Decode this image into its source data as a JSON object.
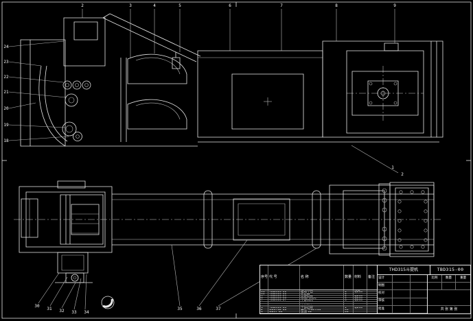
{
  "drawing": {
    "title": "THD315斗提机",
    "number": "TBD315-00",
    "colors": {
      "background": "#000000",
      "line": "#e9e9e9",
      "text": "#ffffff"
    }
  },
  "callouts": {
    "top": [
      "2",
      "3",
      "4",
      "5",
      "6",
      "7",
      "8",
      "9"
    ],
    "left": [
      "24",
      "23",
      "22",
      "21",
      "20",
      "19",
      "18"
    ],
    "bottom_left": [
      "30",
      "31",
      "32",
      "33",
      "34"
    ],
    "bottom_mid": [
      "35",
      "36",
      "37"
    ],
    "mid_right": [
      "1",
      "2"
    ]
  },
  "bom": {
    "headers": [
      "序号",
      "代  号",
      "名  称",
      "数量",
      "材料",
      "备注"
    ],
    "rows": [
      {
        "no": "12",
        "code": "TBD315-12",
        "name": "驱动装置",
        "qty": "1",
        "mat": "组合",
        "note": ""
      },
      {
        "no": "11",
        "code": "TBD315-11",
        "name": "驱动平台",
        "qty": "1",
        "mat": "Q235",
        "note": ""
      },
      {
        "no": "10",
        "code": "TBD315-10",
        "name": "逆止器",
        "qty": "1",
        "mat": "",
        "note": ""
      },
      {
        "no": "9",
        "code": "TBD315-09",
        "name": "上部区段",
        "qty": "1",
        "mat": "Q235",
        "note": ""
      },
      {
        "no": "8",
        "code": "TBD315-08",
        "name": "检视门机壳",
        "qty": "1",
        "mat": "Q235",
        "note": ""
      },
      {
        "no": "7",
        "code": "TBD315-07",
        "name": "中部机壳",
        "qty": "4",
        "mat": "Q235",
        "note": ""
      },
      {
        "no": "6",
        "code": "TBD315-06",
        "name": "料斗",
        "qty": "38",
        "mat": "",
        "note": ""
      },
      {
        "no": "5",
        "code": "TBD315-05",
        "name": "牵引胶带",
        "qty": "1",
        "mat": "",
        "note": ""
      },
      {
        "no": "4",
        "code": "TBD315-04",
        "name": "张紧装置",
        "qty": "1",
        "mat": "",
        "note": ""
      },
      {
        "no": "3",
        "code": "TBD315-03",
        "name": "下部区段",
        "qty": "1",
        "mat": "Q235",
        "note": ""
      },
      {
        "no": "2",
        "code": "GB5782-86",
        "name": "螺栓 M12×45",
        "qty": "64",
        "mat": "",
        "note": ""
      },
      {
        "no": "1",
        "code": "GB97-85",
        "name": "垫圈 12",
        "qty": "64",
        "mat": "",
        "note": ""
      }
    ]
  },
  "title_block": {
    "title": "THD315斗提机",
    "number": "TBD315-00",
    "fields": [
      {
        "label": "设计"
      },
      {
        "label": "制图"
      },
      {
        "label": "校对"
      },
      {
        "label": "审核"
      },
      {
        "label": "批准"
      }
    ],
    "scale_label": "比例",
    "qty_label": "数量",
    "weight_label": "重量",
    "sheet": "共 张  第 张"
  }
}
